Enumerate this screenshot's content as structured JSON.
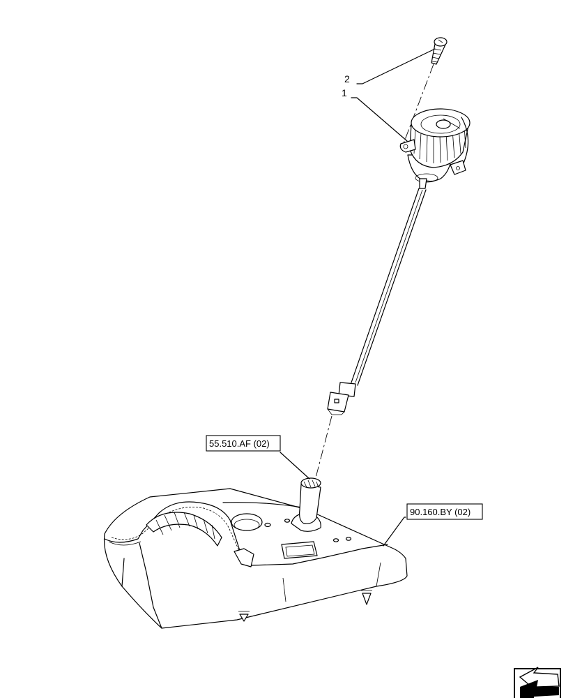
{
  "callouts": [
    {
      "id": "item-2",
      "text": "2"
    },
    {
      "id": "item-1",
      "text": "1"
    }
  ],
  "references": [
    {
      "id": "ref-55510",
      "text": "55.510.AF (02)"
    },
    {
      "id": "ref-90160",
      "text": "90.160.BY (02)"
    }
  ],
  "nav_icon": "arrow-view-icon"
}
